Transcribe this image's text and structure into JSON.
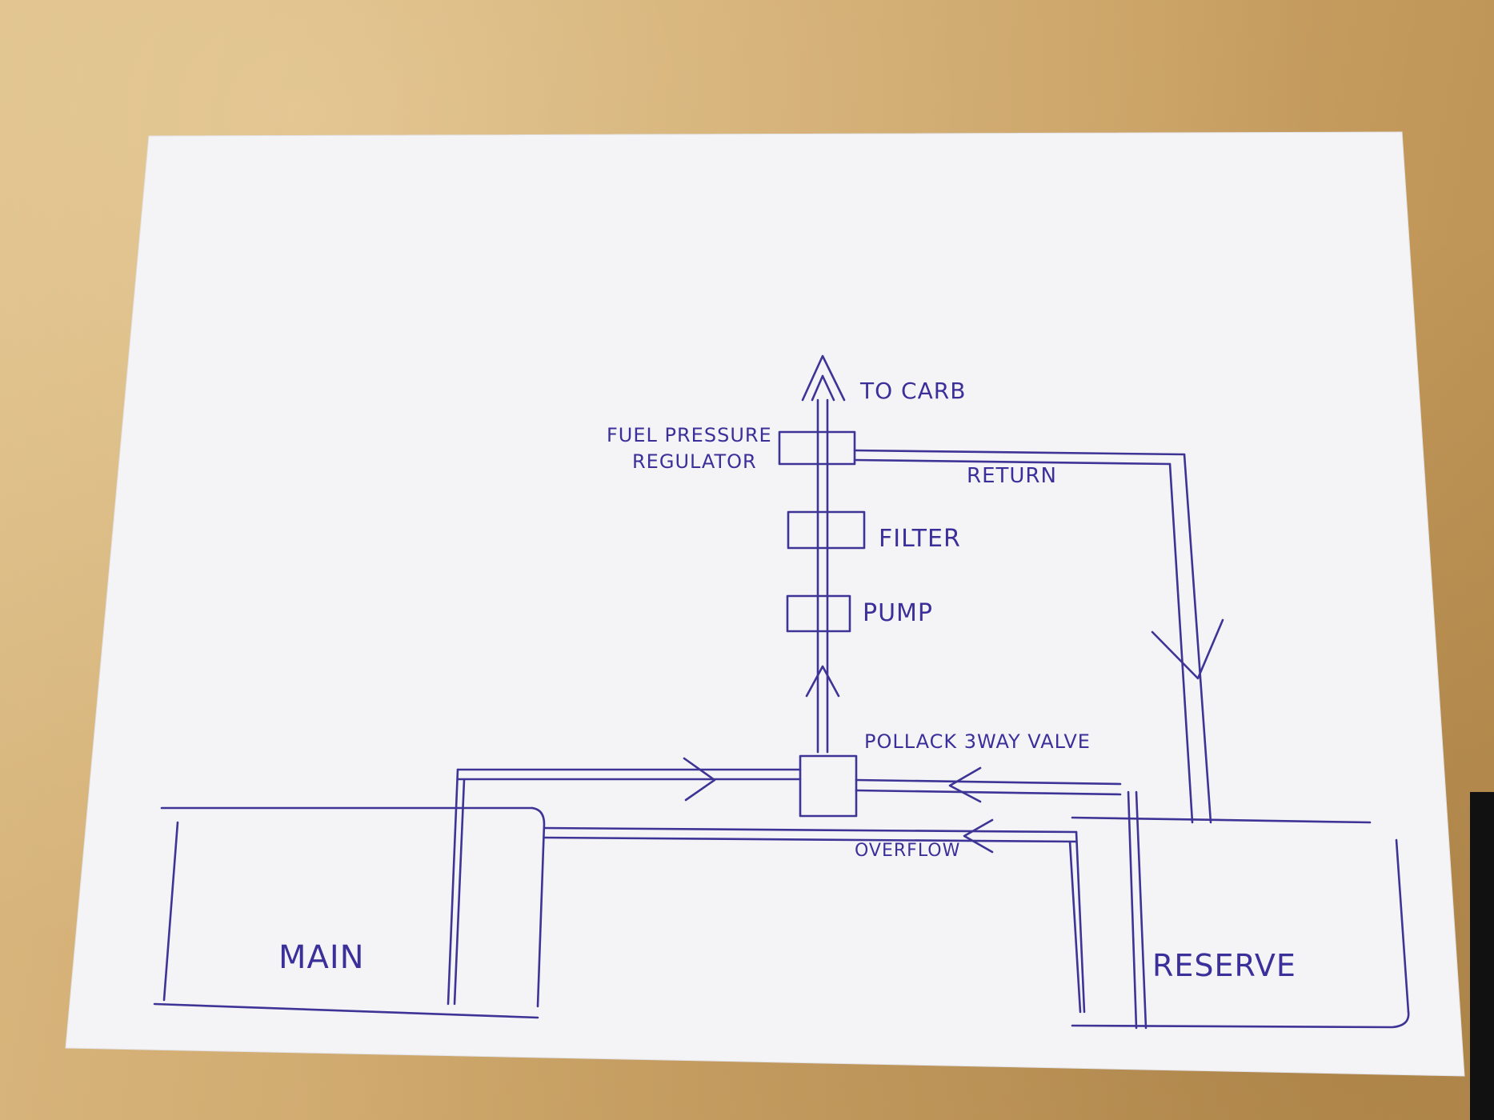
{
  "labels": {
    "to_carb": "TO CARB",
    "regulator_line1": "FUEL PRESSURE",
    "regulator_line2": "REGULATOR",
    "return": "RETURN",
    "filter": "FILTER",
    "pump": "PUMP",
    "valve": "POLLACK 3WAY VALVE",
    "overflow": "OVERFLOW",
    "main": "MAIN",
    "reserve": "RESERVE"
  },
  "colors": {
    "ink": "#3d3496",
    "paper": "#f3f3f6",
    "desk": "#cfa86c"
  }
}
